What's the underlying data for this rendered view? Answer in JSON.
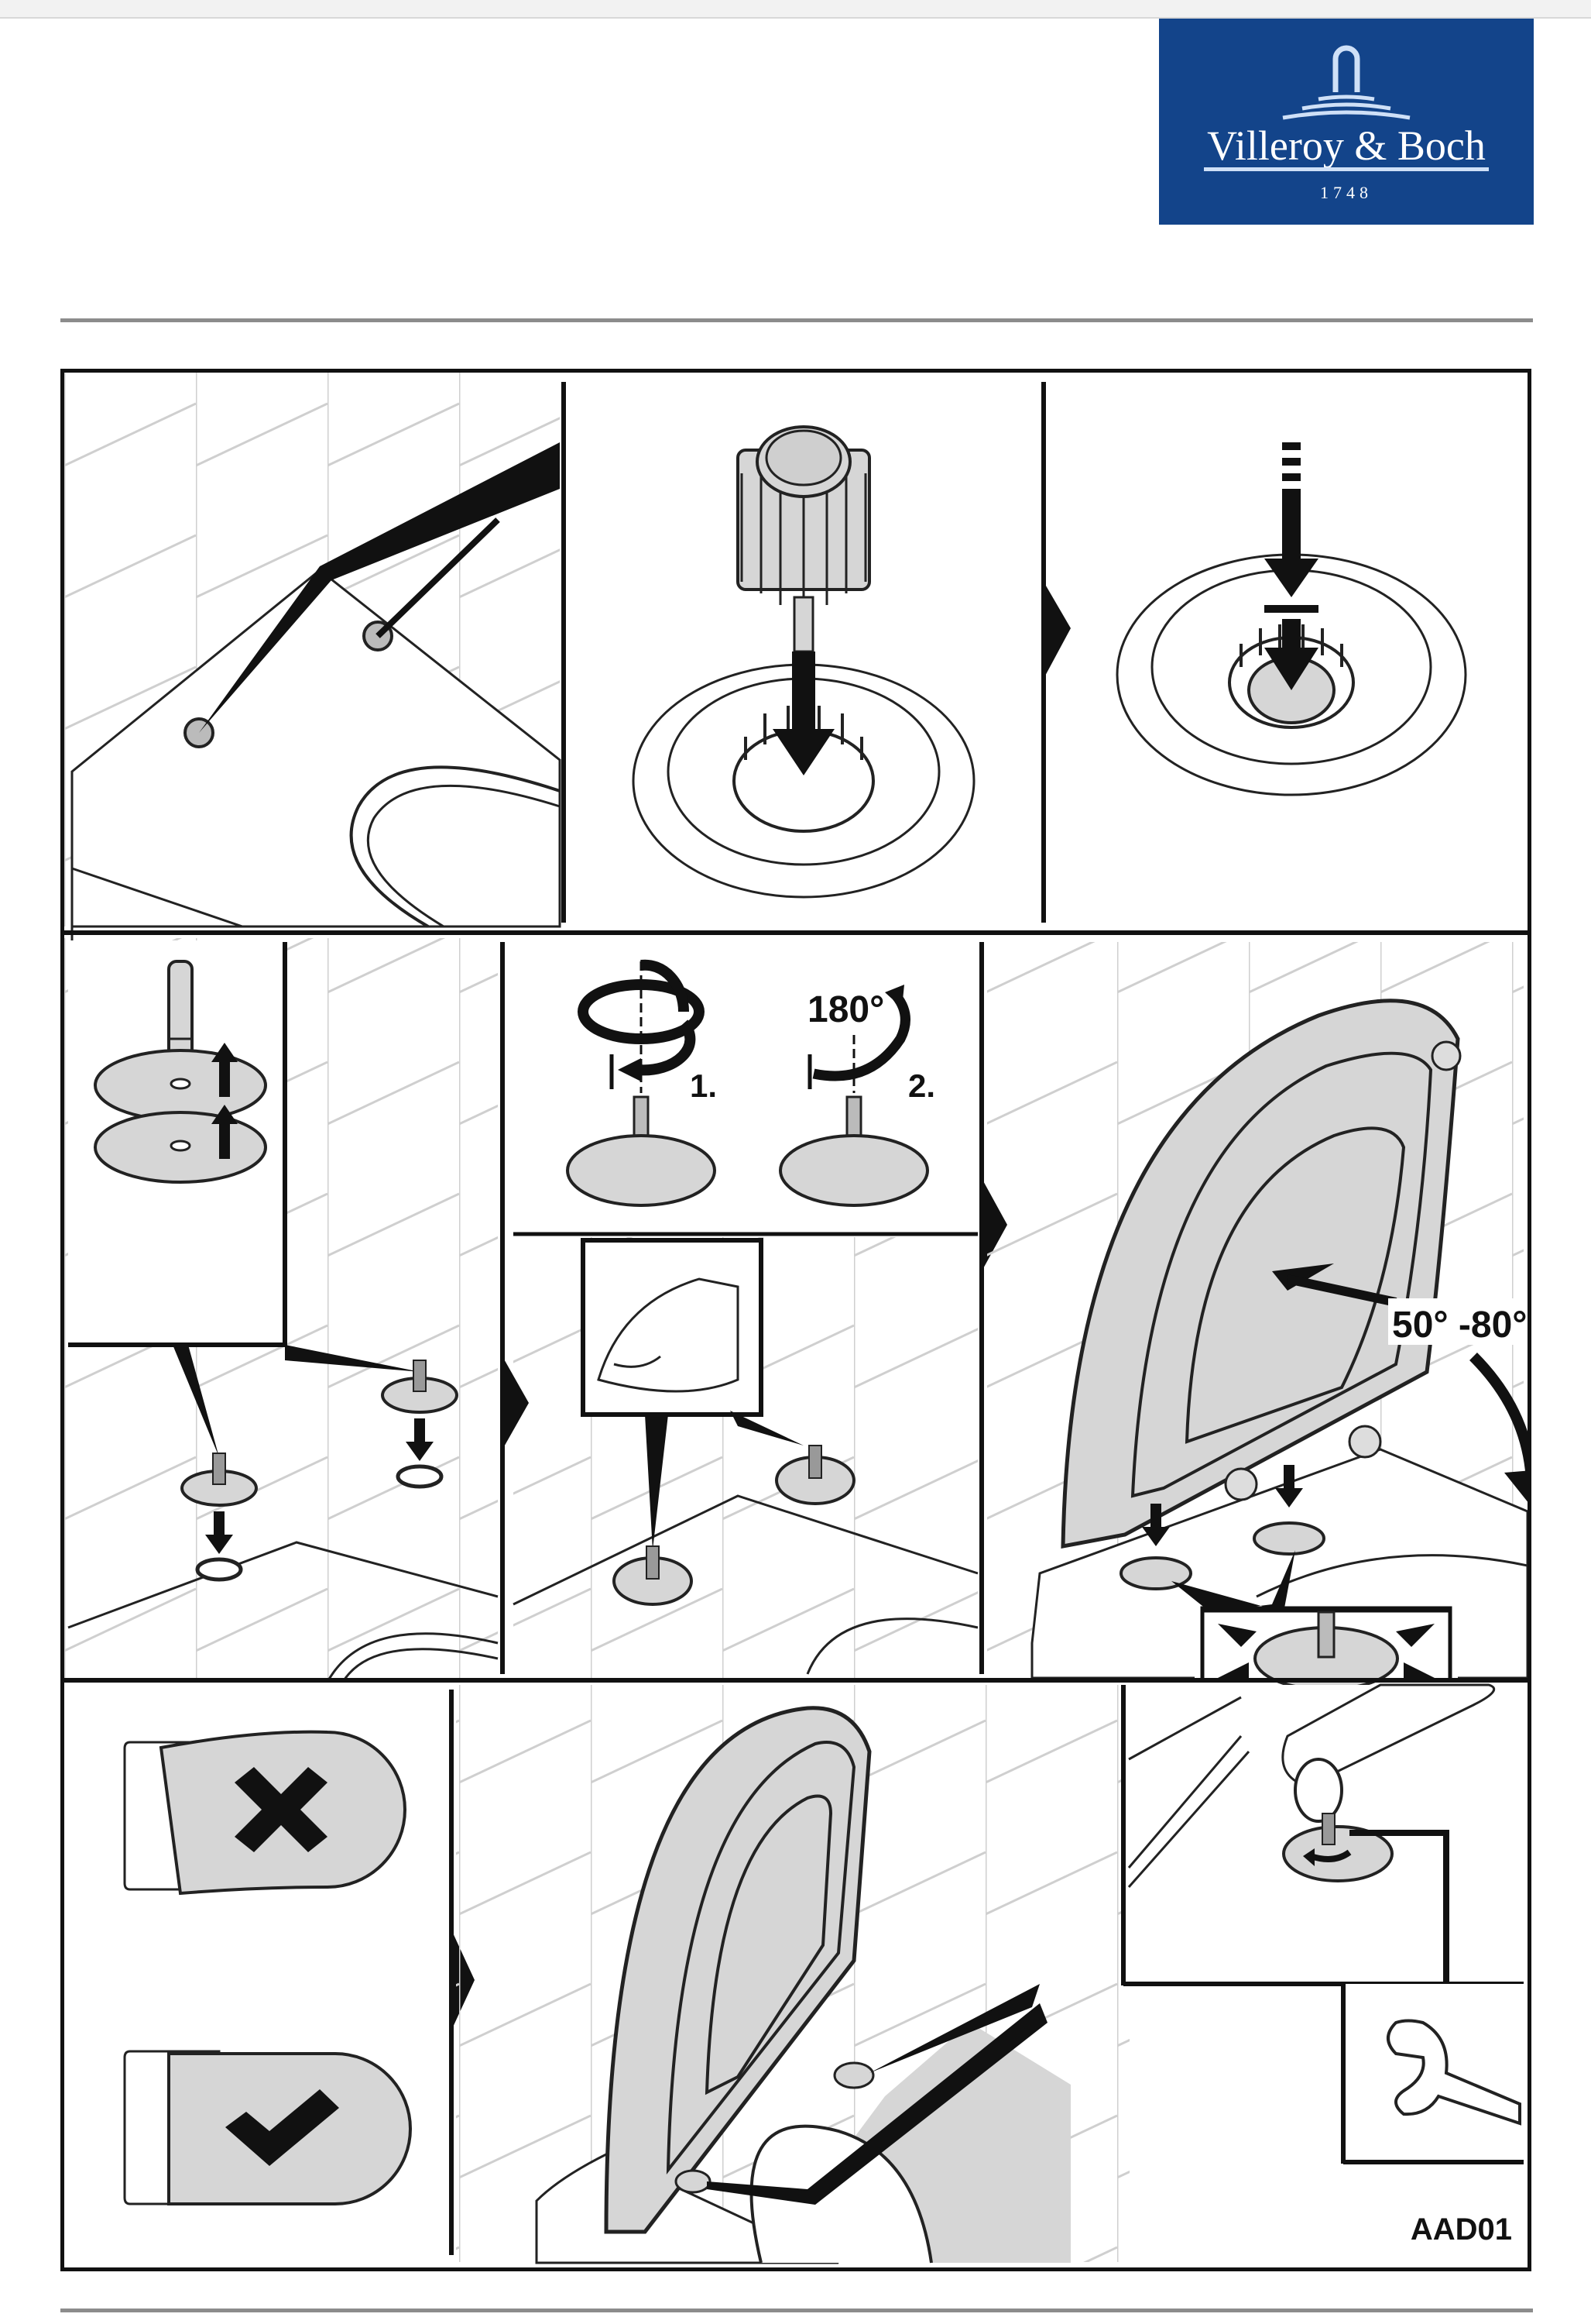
{
  "brand": {
    "name": "Villeroy & Boch",
    "founded": "1748",
    "color": "#13448a"
  },
  "instructions": {
    "row1": {
      "panels": [
        "toilet-fixing-holes",
        "insert-plug",
        "press-plug-in"
      ]
    },
    "row2": {
      "step1_label": "1.",
      "step2_label": "2.",
      "rotation_label": "180°",
      "angle_label": "50° -80°"
    },
    "row3": {
      "wrong_icon": "cross-icon",
      "right_icon": "check-icon",
      "tool_icon": "wrench-icon",
      "doc_code": "AAD01"
    }
  },
  "colors": {
    "ink": "#111111",
    "fill_gray": "#d6d6d6",
    "tile_line": "#cfcfcf",
    "rule": "#8c8c8c"
  }
}
